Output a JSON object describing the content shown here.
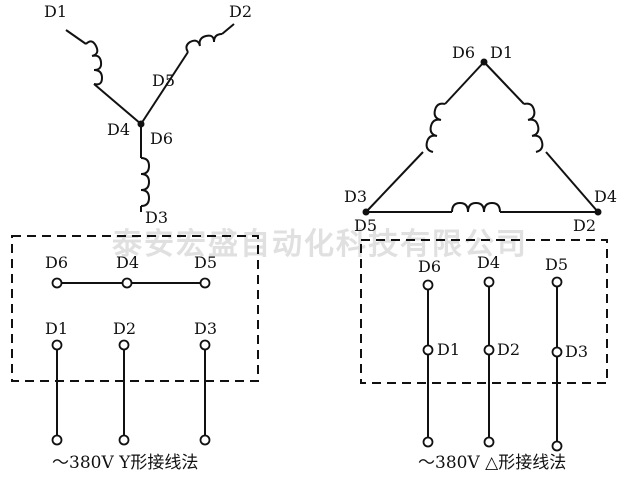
{
  "watermark": "泰安宏盛自动化科技有限公司",
  "wye": {
    "labels": {
      "d1": "D1",
      "d2": "D2",
      "d5": "D5",
      "d4": "D4",
      "d6": "D6",
      "d3": "D3",
      "box_top": [
        "D6",
        "D4",
        "D5"
      ],
      "box_bottom": [
        "D1",
        "D2",
        "D3"
      ]
    },
    "caption": "～380V Y形接线法"
  },
  "delta": {
    "labels": {
      "d6": "D6",
      "d1": "D1",
      "d3": "D3",
      "d5": "D5",
      "d4": "D4",
      "d2": "D2",
      "box_top": [
        "D6",
        "D4",
        "D5"
      ],
      "box_mid": [
        "D1",
        "D2",
        "D3"
      ]
    },
    "caption": "～380V △形接线法"
  }
}
